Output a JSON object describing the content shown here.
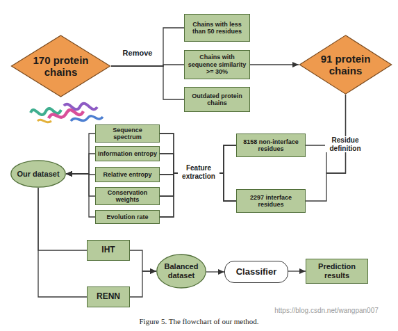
{
  "diagram": {
    "caption": "Figure 5. The flowchart of our method.",
    "nodes": [
      {
        "text": [
          "170 protein chains"
        ]
      },
      {
        "text": [
          "Chains with less than 50 residues"
        ]
      },
      {
        "text": [
          "Chains with sequence similarity >= 30%"
        ]
      },
      {
        "text": [
          "Outdated protein chains"
        ]
      },
      {
        "text": [
          "91 protein chains"
        ]
      },
      {
        "text": [
          "Sequence spectrum"
        ]
      },
      {
        "text": [
          "Information entropy"
        ]
      },
      {
        "text": [
          "Relative entropy"
        ]
      },
      {
        "text": [
          "Conservation weights"
        ]
      },
      {
        "text": [
          "Evolution rate"
        ]
      },
      {
        "text": [
          "8158 non-interface residues"
        ]
      },
      {
        "text": [
          "2297 interface residues"
        ]
      },
      {
        "text": [
          "Our dataset"
        ]
      },
      {
        "text": [
          "IHT"
        ]
      },
      {
        "text": [
          "RENN"
        ]
      },
      {
        "text": [
          "Balanced dataset"
        ]
      },
      {
        "text": [
          "Classifier"
        ]
      },
      {
        "text": [
          "Prediction results"
        ]
      }
    ],
    "edges": [
      {
        "from": 0,
        "to": 1,
        "arrow": "none"
      },
      {
        "from": 0,
        "to": 2,
        "arrow": "none"
      },
      {
        "from": 0,
        "to": 3,
        "arrow": "none"
      },
      {
        "from": 2,
        "to": 4,
        "arrow": "to"
      },
      {
        "from": 4,
        "to": 10,
        "arrow": "none"
      },
      {
        "from": 4,
        "to": 11,
        "arrow": "none"
      },
      {
        "from": 10,
        "to": 5,
        "arrow": "none"
      },
      {
        "from": 10,
        "to": 6,
        "arrow": "none"
      },
      {
        "from": 10,
        "to": 7,
        "arrow": "none"
      },
      {
        "from": 10,
        "to": 8,
        "arrow": "none"
      },
      {
        "from": 10,
        "to": 9,
        "arrow": "none"
      },
      {
        "from": 11,
        "to": 5,
        "arrow": "none"
      },
      {
        "from": 11,
        "to": 6,
        "arrow": "none"
      },
      {
        "from": 11,
        "to": 7,
        "arrow": "none"
      },
      {
        "from": 11,
        "to": 8,
        "arrow": "none"
      },
      {
        "from": 11,
        "to": 9,
        "arrow": "none"
      },
      {
        "from": 5,
        "to": 12,
        "arrow": "to"
      },
      {
        "from": 6,
        "to": 12,
        "arrow": "to"
      },
      {
        "from": 7,
        "to": 12,
        "arrow": "to"
      },
      {
        "from": 8,
        "to": 12,
        "arrow": "to"
      },
      {
        "from": 9,
        "to": 12,
        "arrow": "to"
      },
      {
        "from": 12,
        "to": 13,
        "arrow": "none"
      },
      {
        "from": 12,
        "to": 14,
        "arrow": "none"
      },
      {
        "from": 13,
        "to": 15,
        "arrow": "to"
      },
      {
        "from": 14,
        "to": 15,
        "arrow": "to"
      },
      {
        "from": 15,
        "to": 16,
        "arrow": "to"
      },
      {
        "from": 16,
        "to": 17,
        "arrow": "to"
      }
    ],
    "labels": [
      "Remove",
      "Residue definition",
      "Feature extraction",
      "https://blog.csdn.net/wangpan007"
    ]
  }
}
